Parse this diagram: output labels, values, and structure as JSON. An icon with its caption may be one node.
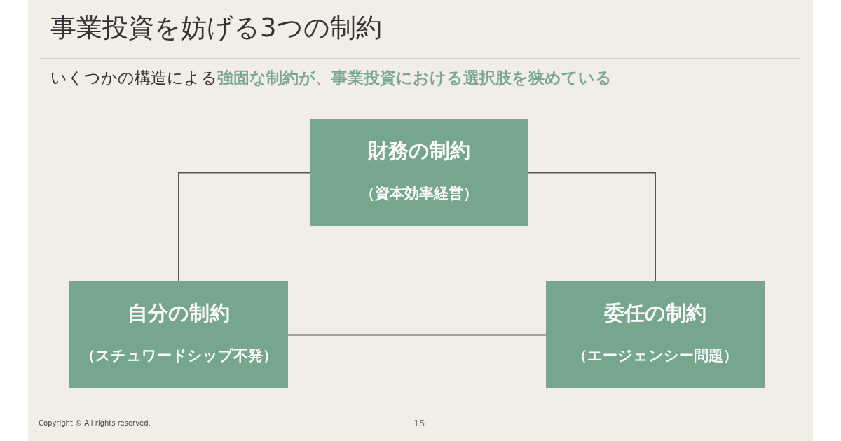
{
  "diagram": {
    "title": "事業投資を妨げる3つの制約",
    "nodes": [
      {
        "text": [
          "財務の制約",
          "（資本効率経営）"
        ]
      },
      {
        "text": [
          "自分の制約",
          "（スチュワードシップ不発）"
        ]
      },
      {
        "text": [
          "委任の制約",
          "（エージェンシー問題）"
        ]
      }
    ],
    "edges": [
      {
        "from": 0,
        "to": 1,
        "arrow": "none"
      },
      {
        "from": 0,
        "to": 2,
        "arrow": "none"
      },
      {
        "from": 1,
        "to": 2,
        "arrow": "none"
      }
    ],
    "labels": [
      "いくつかの構造による**強固な制約が、事業投資における選択肢を狭めている**",
      "Copyright © All rights reserved.",
      "15"
    ]
  }
}
